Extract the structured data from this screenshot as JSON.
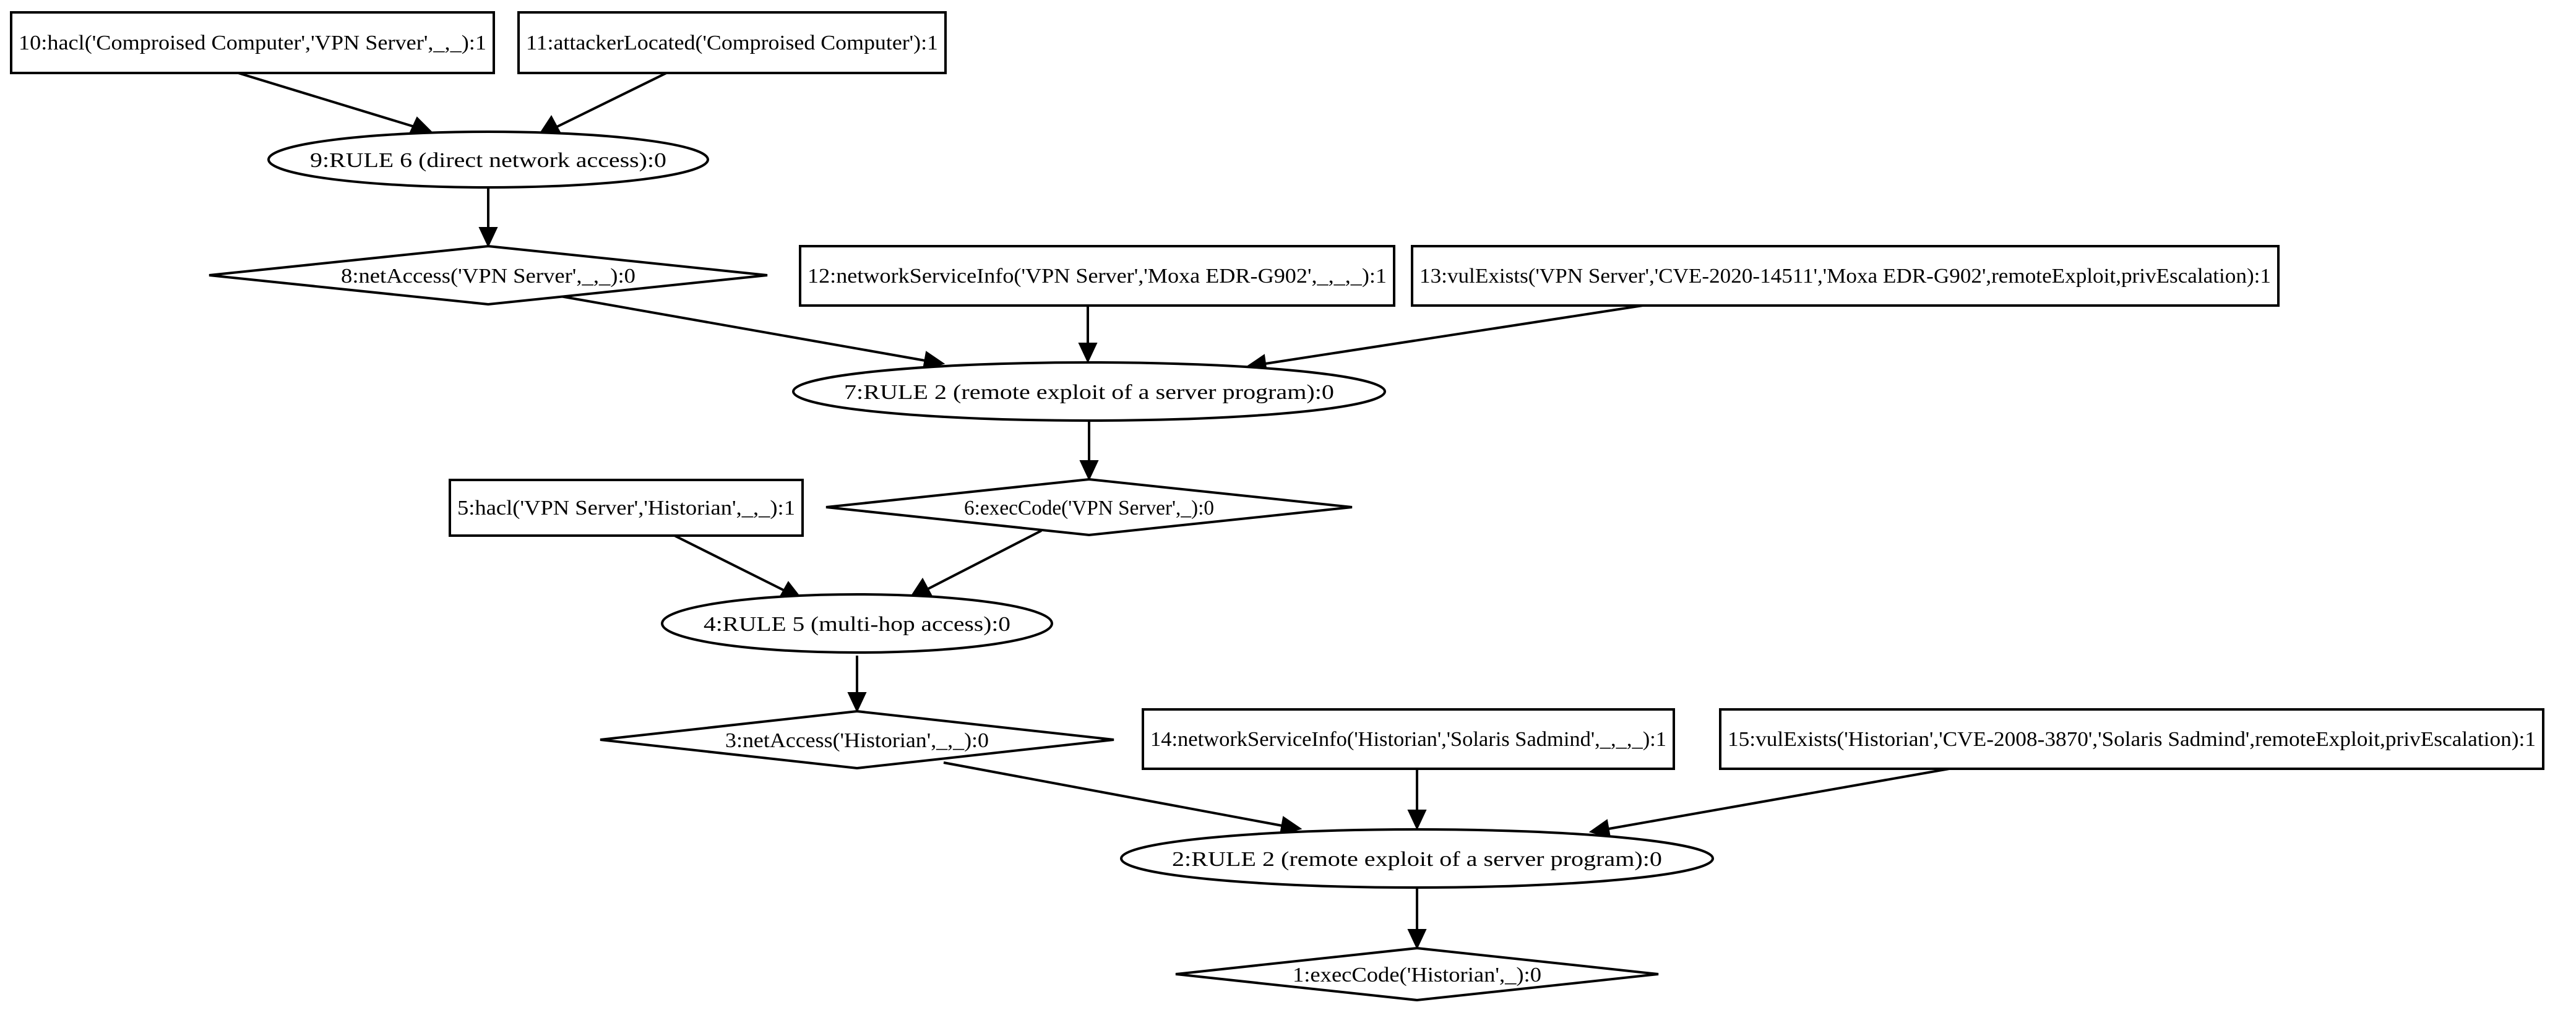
{
  "nodes": {
    "n1": "1:execCode('Historian',_):0",
    "n2": "2:RULE 2 (remote exploit of a server program):0",
    "n3": "3:netAccess('Historian',_,_):0",
    "n4": "4:RULE 5 (multi-hop access):0",
    "n5": "5:hacl('VPN Server','Historian',_,_):1",
    "n6": "6:execCode('VPN Server',_):0",
    "n7": "7:RULE 2 (remote exploit of a server program):0",
    "n8": "8:netAccess('VPN Server',_,_):0",
    "n9": "9:RULE 6 (direct network access):0",
    "n10": "10:hacl('Comproised Computer','VPN Server',_,_):1",
    "n11": "11:attackerLocated('Comproised Computer'):1",
    "n12": "12:networkServiceInfo('VPN Server','Moxa EDR-G902',_,_,_):1",
    "n13": "13:vulExists('VPN Server','CVE-2020-14511','Moxa EDR-G902',remoteExploit,privEscalation):1",
    "n14": "14:networkServiceInfo('Historian','Solaris Sadmind',_,_,_):1",
    "n15": "15:vulExists('Historian','CVE-2008-3870','Solaris Sadmind',remoteExploit,privEscalation):1"
  }
}
